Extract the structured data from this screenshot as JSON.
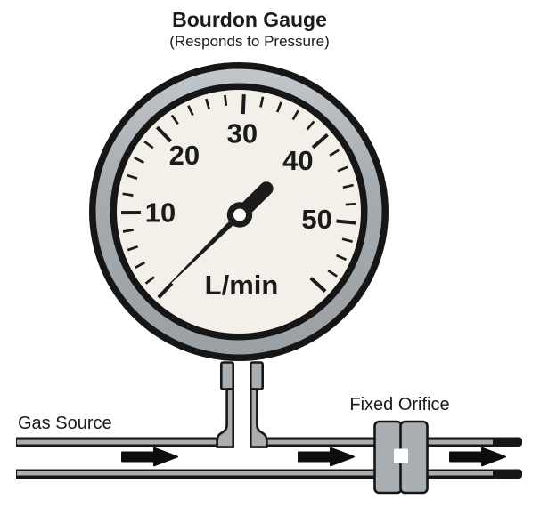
{
  "title": "Bourdon Gauge",
  "subtitle": "(Responds to Pressure)",
  "gauge": {
    "unit": "L/min",
    "reading_value": 0.5,
    "scale": {
      "min": 0,
      "max": 58,
      "minor_step": 2,
      "major_step": 10,
      "labels": [
        10,
        20,
        30,
        40,
        50
      ],
      "start_angle_deg": 227,
      "deg_per_unit": 4.65
    }
  },
  "pipe_labels": {
    "gas_source": "Gas Source",
    "fixed_orifice": "Fixed Orifice"
  },
  "colors": {
    "outline": "#161616",
    "bezel_gray": "#a7acb0",
    "bezel_highlight": "#c2c7cb",
    "face_cream": "#f2f0e9",
    "metal_gray": "#a9aeb2",
    "needle_black": "#1b1b1b"
  }
}
